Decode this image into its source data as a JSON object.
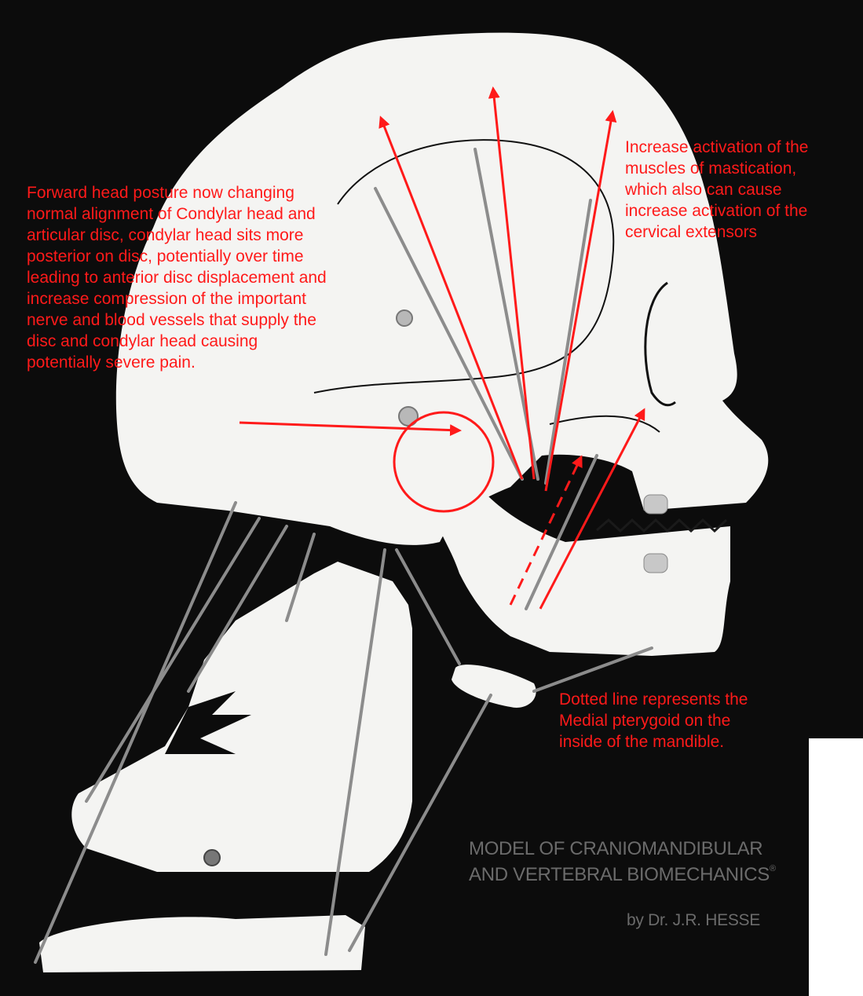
{
  "image": {
    "subject": "Acrylic model of a human skull, jaw and cervical spine in side profile with springs representing muscles",
    "background_color": "#0c0c0c",
    "model_color": "#f4f4f2",
    "annotation_color": "#ff1a1a"
  },
  "annotations": {
    "left": "Forward head posture now changing\nnormal alignment of Condylar head and\narticular disc, condylar head sits more\nposterior on disc, potentially over time\nleading to anterior disc displacement and\nincrease compression of the important\nnerve and blood vessels that supply the\ndisc and condylar head causing\npotentially severe pain.",
    "right": "Increase activation of the\nmuscles of mastication,\nwhich also can cause\nincrease activation of the\ncervical extensors",
    "bottom": "Dotted line represents the\nMedial pterygoid on the\ninside of the mandible."
  },
  "watermark": {
    "line1": "MODEL OF CRANIOMANDIBULAR",
    "line2": "AND VERTEBRAL BIOMECHANICS",
    "registered": "®",
    "line3": "by Dr. J.R. HESSE"
  }
}
